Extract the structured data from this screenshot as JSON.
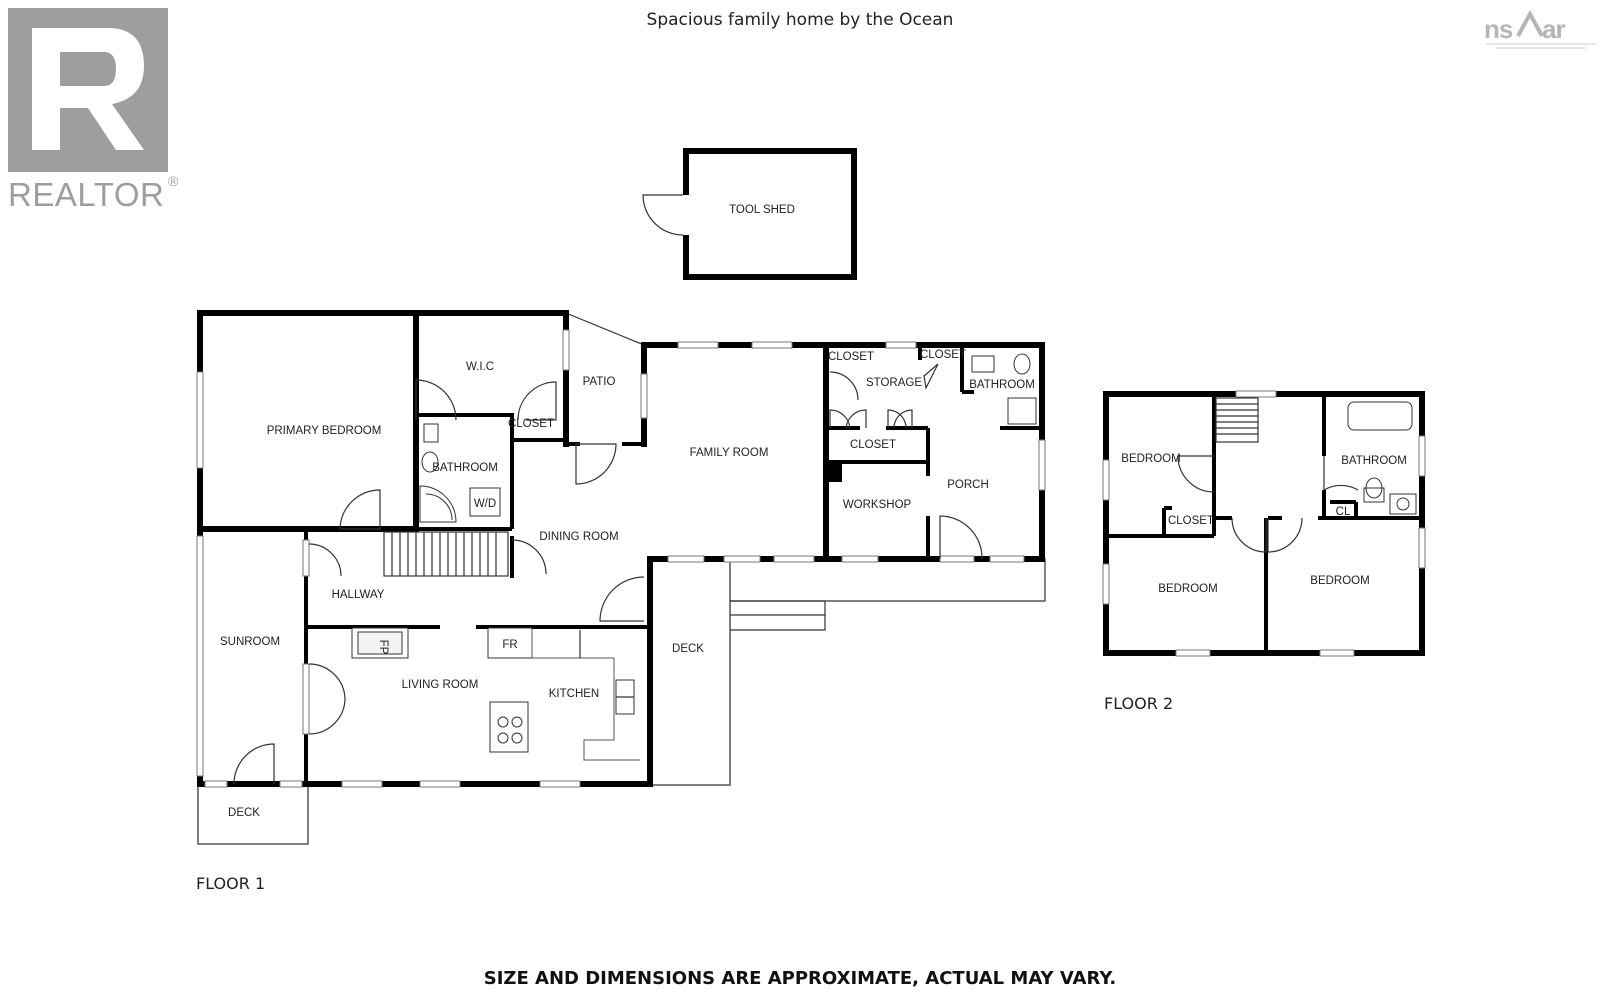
{
  "title": "Spacious family home by the Ocean",
  "disclaimer": "SIZE AND DIMENSIONS ARE APPROXIMATE, ACTUAL MAY VARY.",
  "logos": {
    "left": "REALTOR®",
    "right": "nsar"
  },
  "floor1": {
    "label": "FLOOR 1",
    "rooms": {
      "tool_shed": "TOOL SHED",
      "primary_bedroom": "PRIMARY BEDROOM",
      "wic": "W.I.C",
      "closet_a": "CLOSET",
      "patio": "PATIO",
      "bathroom": "BATHROOM",
      "wd": "W/D",
      "family_room": "FAMILY ROOM",
      "closet_b": "CLOSET",
      "storage": "STORAGE",
      "closet_c": "CLOSET",
      "bathroom2": "BATHROOM",
      "closet_d": "CLOSET",
      "porch": "PORCH",
      "workshop": "WORKSHOP",
      "dining_room": "DINING ROOM",
      "hallway": "HALLWAY",
      "sunroom": "SUNROOM",
      "fp": "FP",
      "fr": "FR",
      "living_room": "LIVING ROOM",
      "kitchen": "KITCHEN",
      "deck_right": "DECK",
      "deck_bottom": "DECK"
    }
  },
  "floor2": {
    "label": "FLOOR 2",
    "rooms": {
      "bedroom_nw": "BEDROOM",
      "closet": "CLOSET",
      "bathroom": "BATHROOM",
      "cl": "CL",
      "bedroom_sw": "BEDROOM",
      "bedroom_se": "BEDROOM"
    }
  }
}
